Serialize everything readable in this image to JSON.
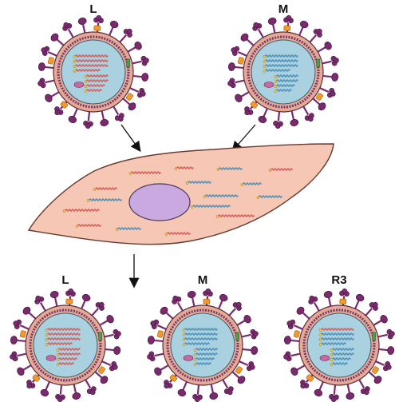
{
  "labels": {
    "virus_top_left": "L",
    "virus_top_right": "M",
    "virus_bottom_left": "L",
    "virus_bottom_middle": "M",
    "virus_bottom_right": "R3"
  },
  "colors": {
    "spike": "#7b2a6e",
    "envelope_outer": "#e7a995",
    "envelope_ring": "#6b3b6a",
    "core": "#a9d1df",
    "cell": "#f6c7b4",
    "nucleus": "#c9a9e0",
    "rna_red": "#d85b5b",
    "rna_blue": "#4d8fb8",
    "orange_protein": "#f39a2a",
    "green_marker": "#4f9a4f"
  }
}
